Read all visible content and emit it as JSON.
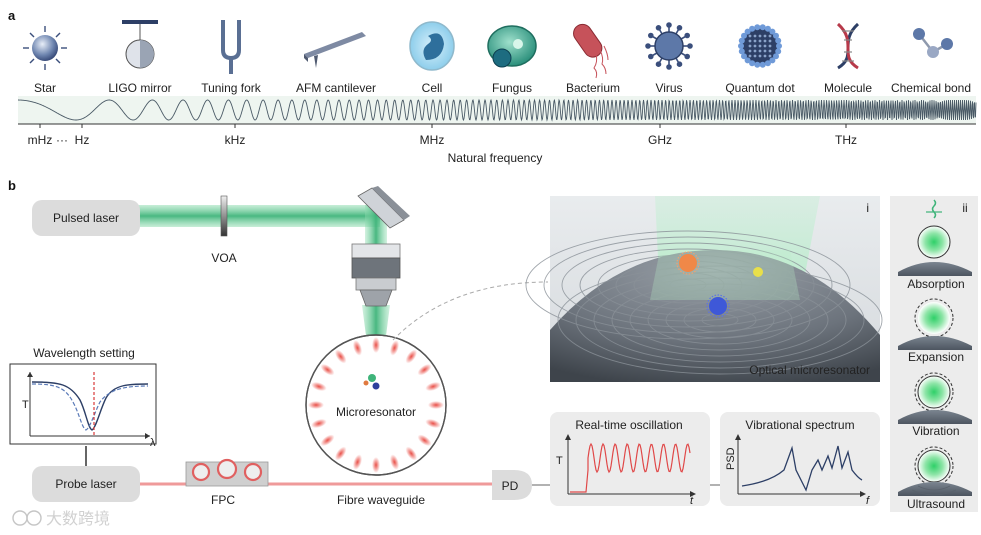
{
  "panel_a": {
    "letter": "a",
    "items": [
      {
        "label": "Star",
        "icon": "star-icon"
      },
      {
        "label": "LIGO mirror",
        "icon": "ligo-mirror-icon"
      },
      {
        "label": "Tuning fork",
        "icon": "tuning-fork-icon"
      },
      {
        "label": "AFM cantilever",
        "icon": "afm-cantilever-icon"
      },
      {
        "label": "Cell",
        "icon": "cell-icon"
      },
      {
        "label": "Fungus",
        "icon": "fungus-icon"
      },
      {
        "label": "Bacterium",
        "icon": "bacterium-icon"
      },
      {
        "label": "Virus",
        "icon": "virus-icon"
      },
      {
        "label": "Quantum dot",
        "icon": "quantum-dot-icon"
      },
      {
        "label": "Molecule",
        "icon": "molecule-icon"
      },
      {
        "label": "Chemical bond",
        "icon": "chemical-bond-icon"
      }
    ],
    "ticks": [
      "mHz",
      "···",
      "Hz",
      "kHz",
      "MHz",
      "GHz",
      "THz"
    ],
    "axis_label": "Natural frequency"
  },
  "panel_b": {
    "letter": "b",
    "pulsed_laser": "Pulsed laser",
    "voa": "VOA",
    "probe_laser": "Probe laser",
    "fpc": "FPC",
    "fibre": "Fibre waveguide",
    "pd": "PD",
    "microresonator": "Microresonator",
    "wavelength_setting": "Wavelength setting",
    "wl_y": "T",
    "wl_x": "λ",
    "inset_i": {
      "tag": "i",
      "label": "Optical microresonator"
    },
    "osc": {
      "title": "Real-time oscillation",
      "y": "T",
      "x": "t"
    },
    "spec": {
      "title": "Vibrational spectrum",
      "y": "PSD",
      "x": "f"
    },
    "inset_ii": {
      "tag": "ii",
      "steps": [
        "Absorption",
        "Expansion",
        "Vibration",
        "Ultrasound"
      ]
    }
  },
  "watermark": "大数跨境",
  "colors": {
    "green_beam": "#5fc48f",
    "red_field": "#e8463e",
    "box_grey": "#dcdcdc",
    "panel_grey": "#ececec",
    "dark_blue": "#2d3f66"
  }
}
